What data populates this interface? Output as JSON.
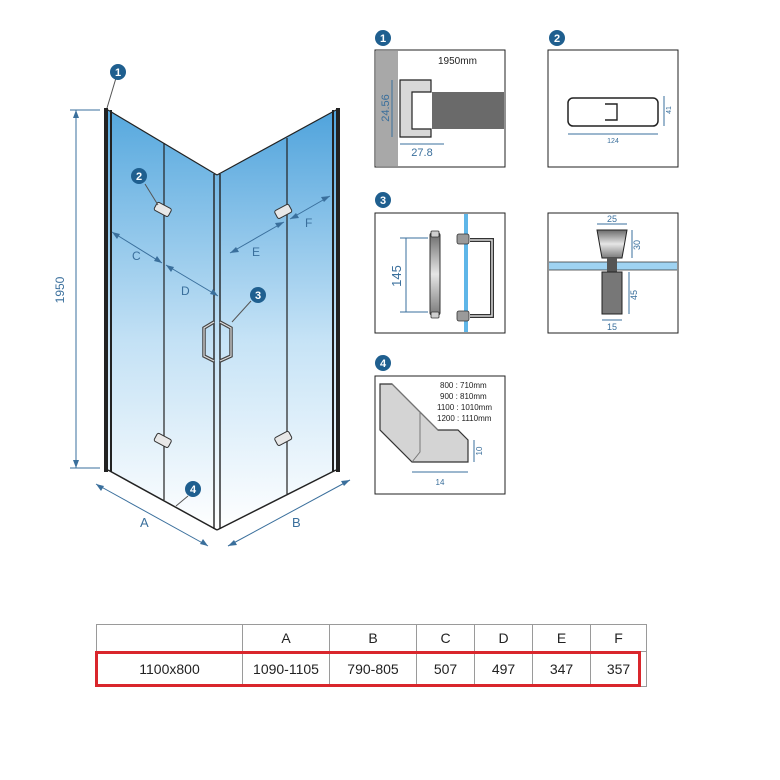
{
  "main_view": {
    "height_label": "1950",
    "dim_a": "A",
    "dim_b": "B",
    "dim_c": "C",
    "dim_d": "D",
    "dim_e": "E",
    "dim_f": "F",
    "callouts": [
      "1",
      "2",
      "3",
      "4"
    ]
  },
  "detail_1": {
    "badge": "1",
    "top_label": "1950mm",
    "height_label": "24.56",
    "width_label": "27.8"
  },
  "detail_2": {
    "badge": "2",
    "width_label": "124",
    "height_label": "41"
  },
  "detail_3": {
    "badge": "3",
    "handle_label": "145"
  },
  "detail_3b": {
    "top_label": "25",
    "mid_label": "30",
    "low_label": "45",
    "bottom_label": "15"
  },
  "detail_4": {
    "badge": "4",
    "specs": [
      "800 : 710mm",
      "900 : 810mm",
      "1100 : 1010mm",
      "1200 : 1110mm"
    ],
    "height_label": "10",
    "width_label": "14"
  },
  "spec_table": {
    "headers": [
      "",
      "A",
      "B",
      "C",
      "D",
      "E",
      "F"
    ],
    "row": [
      "1100x800",
      "1090-1105",
      "790-805",
      "507",
      "497",
      "347",
      "357"
    ]
  },
  "colors": {
    "glass": "#cfe6f7",
    "dimension": "#3a6f9c",
    "badge": "#1f5f8f",
    "highlight": "#d9262c"
  }
}
